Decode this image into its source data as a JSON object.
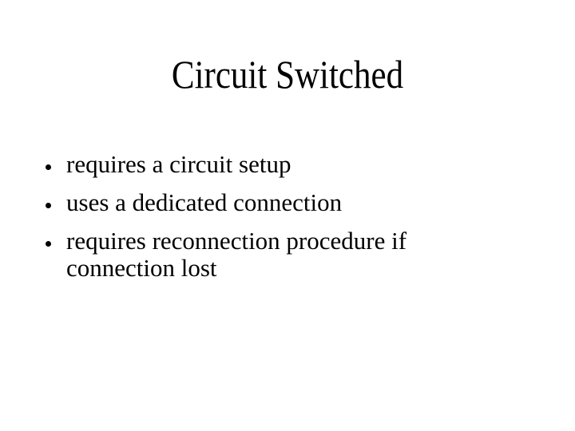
{
  "slide": {
    "title": "Circuit Switched",
    "bullets": [
      "requires a circuit setup",
      "uses a dedicated connection",
      "requires reconnection procedure if connection lost"
    ],
    "colors": {
      "background": "#ffffff",
      "text": "#000000",
      "bullet": "#000000"
    }
  }
}
